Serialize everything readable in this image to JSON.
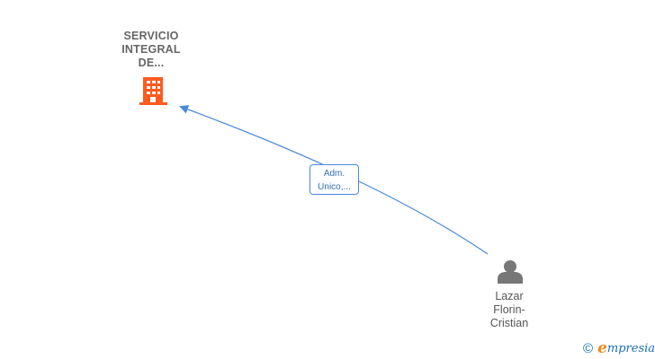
{
  "company": {
    "name_lines": [
      "SERVICIO",
      "INTEGRAL",
      "DE..."
    ],
    "icon": "building-icon",
    "icon_color": "#ff5a1f"
  },
  "person": {
    "name_lines": [
      "Lazar",
      "Florin-",
      "Cristian"
    ],
    "icon": "person-icon",
    "icon_color": "#777777"
  },
  "relation": {
    "label_lines": [
      "Adm.",
      "Unico,..."
    ],
    "color": "#4a8ad8"
  },
  "brand": {
    "copyright": "©",
    "logo_initial": "e",
    "logo_rest": "mpresia"
  }
}
